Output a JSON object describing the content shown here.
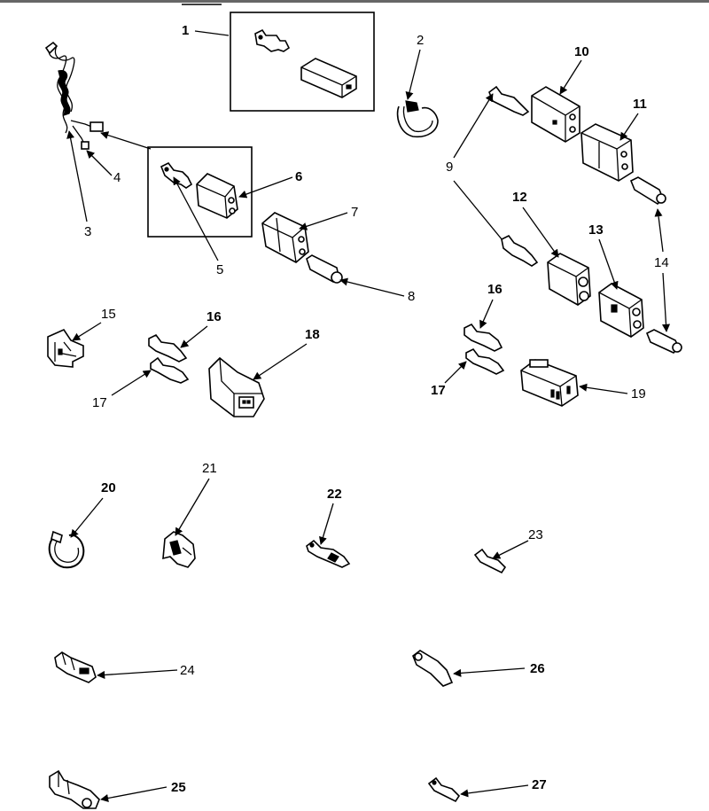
{
  "callouts": {
    "c1": "1",
    "c2": "2",
    "c3": "3",
    "c4": "4",
    "c5": "5",
    "c6": "6",
    "c7": "7",
    "c8": "8",
    "c9": "9",
    "c10": "10",
    "c11": "11",
    "c12": "12",
    "c13": "13",
    "c14": "14",
    "c15": "15",
    "c16a": "16",
    "c16b": "16",
    "c17a": "17",
    "c17b": "17",
    "c18": "18",
    "c19": "19",
    "c20": "20",
    "c21": "21",
    "c22": "22",
    "c23": "23",
    "c24": "24",
    "c25": "25",
    "c26": "26",
    "c27": "27"
  }
}
